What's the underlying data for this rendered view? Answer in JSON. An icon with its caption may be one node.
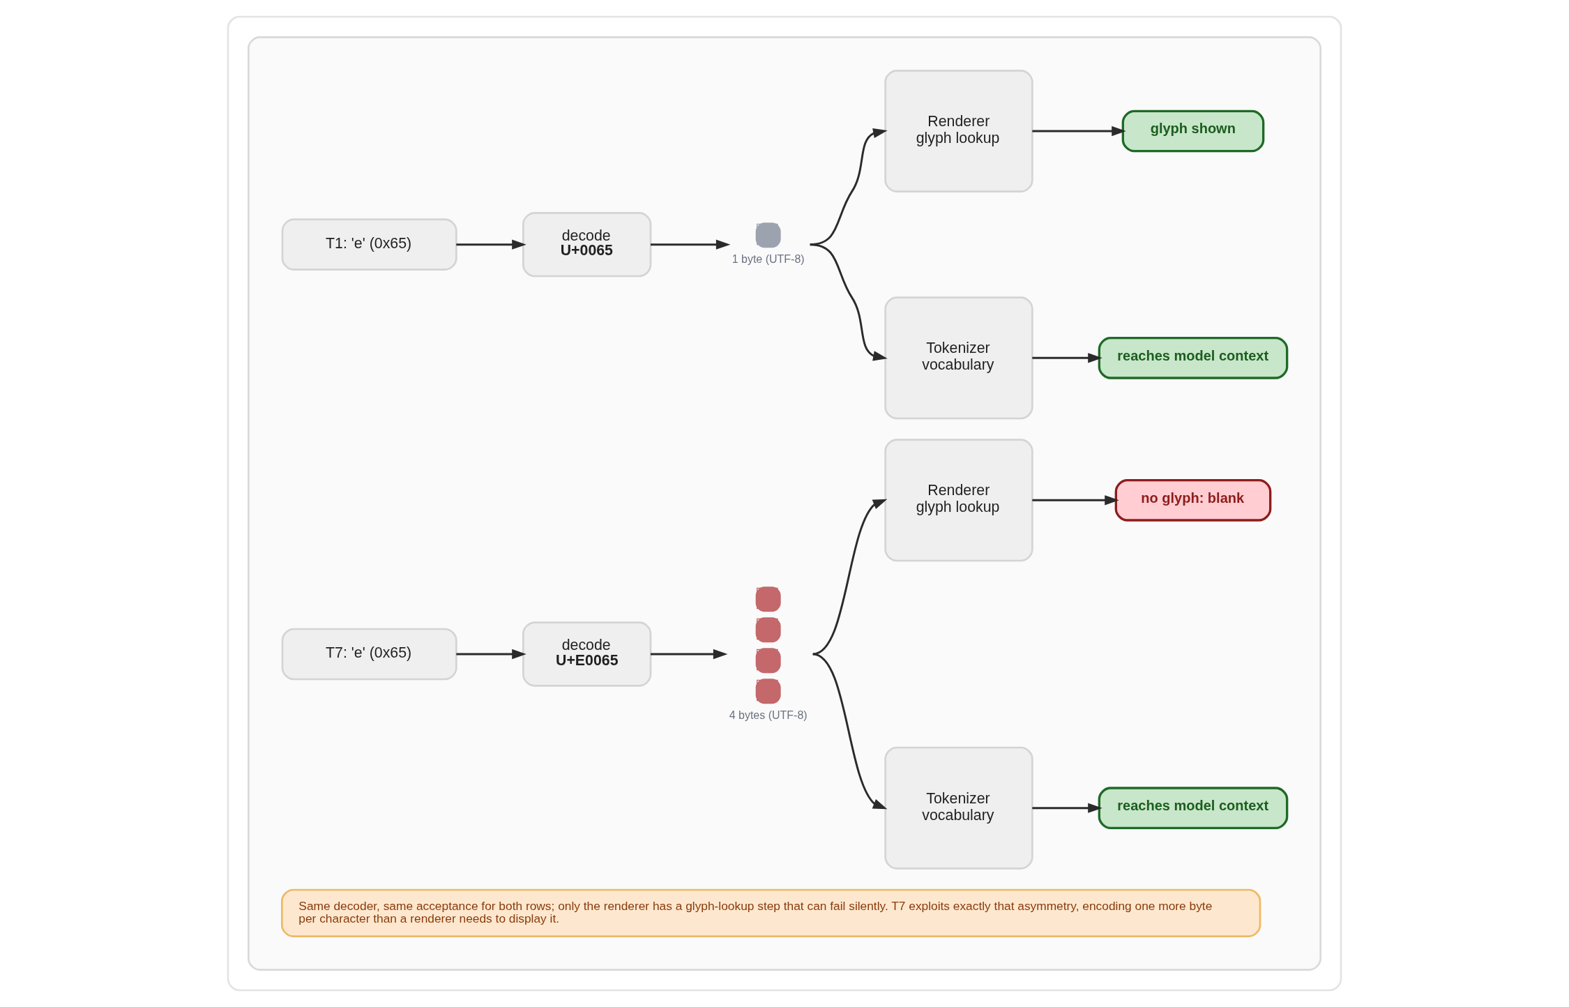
{
  "diagram": {
    "nodes": [
      {
        "text": [],
        "shape": "box"
      },
      {
        "text": [],
        "shape": "box",
        "in": 0
      },
      {
        "text": [
          "T1: 'e' (0x65)"
        ],
        "in": 1
      },
      {
        "text": [
          "decode",
          "U+0065"
        ],
        "in": 1
      },
      {
        "text": [],
        "shape": "box",
        "beside": [
          "1 byte (UTF-8)"
        ],
        "in": 1
      },
      {
        "text": [
          "Renderer glyph lookup"
        ],
        "in": 1
      },
      {
        "text": [
          "glyph shown"
        ],
        "in": 1
      },
      {
        "text": [
          "Tokenizer vocabulary"
        ],
        "in": 1
      },
      {
        "text": [
          "reaches model context"
        ],
        "in": 1
      },
      {
        "text": [
          "T7: 'e' (0x65)"
        ],
        "in": 1
      },
      {
        "text": [
          "decode",
          "U+E0065"
        ],
        "in": 1
      },
      {
        "text": [],
        "shape": "box",
        "beside": [
          "4 bytes (UTF-8)"
        ],
        "in": 1
      },
      {
        "text": [
          "Renderer glyph lookup"
        ],
        "in": 1
      },
      {
        "text": [
          "no glyph: blank"
        ],
        "in": 1
      },
      {
        "text": [
          "Tokenizer vocabulary"
        ],
        "in": 1
      },
      {
        "text": [
          "reaches model context"
        ],
        "in": 1
      },
      {
        "text": [
          "Same decoder, same acceptance for both rows; only the renderer has a glyph-lookup step that can fail silently. T7 exploits exactly that asymmetry, encoding one more byte per character than a renderer needs to display it."
        ],
        "in": 1
      }
    ],
    "edges": [
      {
        "from": 2,
        "to": 3,
        "arrow": "to"
      },
      {
        "from": 3,
        "to": 4,
        "arrow": "to"
      },
      {
        "from": 4,
        "to": 5,
        "arrow": "to"
      },
      {
        "from": 5,
        "to": 6,
        "arrow": "to"
      },
      {
        "from": 4,
        "to": 7,
        "arrow": "to"
      },
      {
        "from": 7,
        "to": 8,
        "arrow": "to"
      },
      {
        "from": 9,
        "to": 10,
        "arrow": "to"
      },
      {
        "from": 10,
        "to": 11,
        "arrow": "to"
      },
      {
        "from": 11,
        "to": 12,
        "arrow": "to"
      },
      {
        "from": 12,
        "to": 13,
        "arrow": "to"
      },
      {
        "from": 11,
        "to": 14,
        "arrow": "to"
      },
      {
        "from": 14,
        "to": 15,
        "arrow": "to"
      }
    ]
  }
}
